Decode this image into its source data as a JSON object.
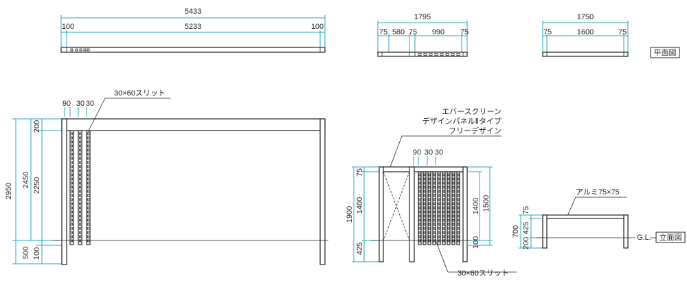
{
  "plan": {
    "long": {
      "total": "5433",
      "left_end": "100",
      "mid": "5233",
      "right_end": "100"
    },
    "mid": {
      "total": "1795",
      "a": "75",
      "b": "580",
      "c": "75",
      "d": "990",
      "e": "75"
    },
    "short": {
      "total": "1750",
      "a": "75",
      "b": "1600",
      "c": "75"
    },
    "label": "平面図"
  },
  "front": {
    "overall": "2950",
    "h2450": "2450",
    "h2250": "2250",
    "h200": "200",
    "h500": "500",
    "h100": "100",
    "slit_w": [
      "90",
      "30",
      "30"
    ],
    "slit_label": "30×60スリット"
  },
  "side": {
    "screen_title": [
      "エバースクリーン",
      "デザインパネルⅡタイプ",
      "フリーデザイン"
    ],
    "slit_w": [
      "90",
      "30",
      "30"
    ],
    "h1900": "1900",
    "h75": "75",
    "h1400": "1400",
    "h425": "425",
    "r1400": "1400",
    "r1500": "1500",
    "r100": "100",
    "slit_label": "30×60スリット"
  },
  "elev": {
    "material": "アルミ75×75",
    "h700": "700",
    "h75": "75",
    "h425": "425",
    "h200": "200",
    "gl": "G.L.",
    "label": "立面図"
  },
  "colors": {
    "dimension": "#29a3c4",
    "object": "#231f20"
  }
}
